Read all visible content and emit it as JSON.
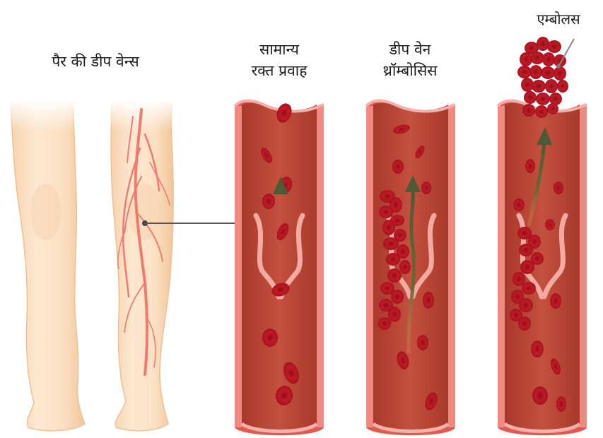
{
  "labels": {
    "legs": "पैर की डीप वेन्स",
    "normal": [
      "सामान्य",
      "रक्त प्रवाह"
    ],
    "dvt": [
      "डीप वेन",
      "थ्रॉम्बोसिस"
    ],
    "embolus": "एम्बोलस"
  },
  "colors": {
    "skin_light": "#fde6cc",
    "skin_shadow": "#f3c9a0",
    "skin_outline": "#e8b98e",
    "vein_leg": "#f07a6f",
    "vessel_outer": "#e85a50",
    "vessel_inner": "#c9493d",
    "vessel_lumen": "#b8402f",
    "vessel_edge_light": "#f4a6a0",
    "valve": "#f2a9a3",
    "rbc": "#b51825",
    "rbc_dark": "#7f0f18",
    "arrow": "#4e5a35",
    "pointer_line": "#555555"
  },
  "icons": [
    "legs-illustration",
    "vessel-normal",
    "vessel-dvt",
    "vessel-embolus",
    "flow-arrow-icon",
    "clot-icon",
    "embolus-clot-icon"
  ]
}
